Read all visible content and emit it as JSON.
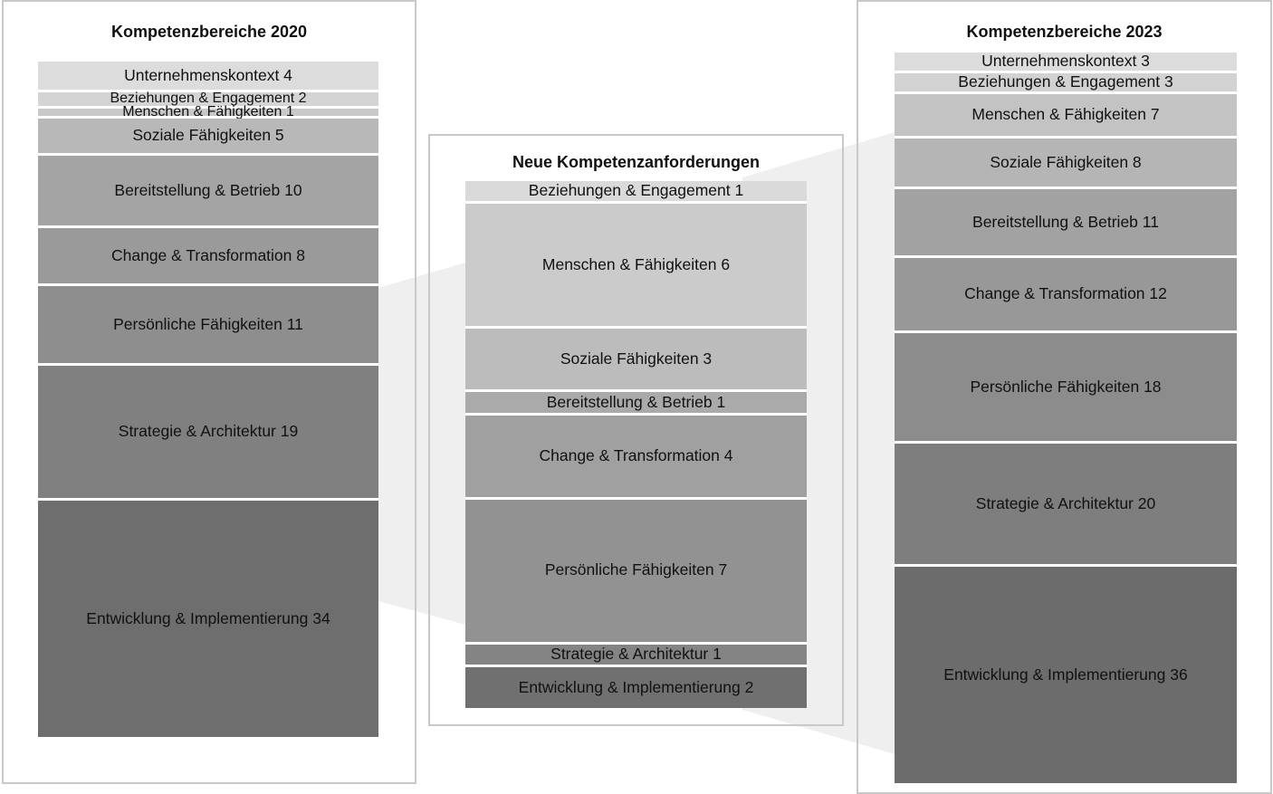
{
  "colors": {
    "panel_border": "#c8c8c8",
    "connector_fill": "#efefef",
    "gap": "#ffffff",
    "text": "#111111"
  },
  "diagram": {
    "title_2020": "Kompetenzbereiche 2020",
    "title_new": "Neue Kompetenzanforderungen",
    "title_2023": "Kompetenzbereiche 2023",
    "stack_2020": [
      {
        "label": "Unternehmenskontext 4",
        "value": 4,
        "color": "#dcdcdc"
      },
      {
        "label": "Beziehungen & Engagement 2",
        "value": 2,
        "color": "#d4d4d4"
      },
      {
        "label": "Menschen & Fähigkeiten 1",
        "value": 1,
        "color": "#c8c8c8"
      },
      {
        "label": "Soziale Fähigkeiten 5",
        "value": 5,
        "color": "#b8b8b8"
      },
      {
        "label": "Bereitstellung & Betrieb 10",
        "value": 10,
        "color": "#a4a4a4"
      },
      {
        "label": "Change & Transformation 8",
        "value": 8,
        "color": "#9a9a9a"
      },
      {
        "label": "Persönliche Fähigkeiten 11",
        "value": 11,
        "color": "#8e8e8e"
      },
      {
        "label": "Strategie & Architektur 19",
        "value": 19,
        "color": "#808080"
      },
      {
        "label": "Entwicklung & Implementierung 34",
        "value": 34,
        "color": "#6e6e6e"
      }
    ],
    "stack_new": [
      {
        "label": "Beziehungen & Engagement 1",
        "value": 1,
        "color": "#dadada"
      },
      {
        "label": "Menschen & Fähigkeiten 6",
        "value": 6,
        "color": "#cbcbcb"
      },
      {
        "label": "Soziale Fähigkeiten 3",
        "value": 3,
        "color": "#bcbcbc"
      },
      {
        "label": "Bereitstellung & Betrieb 1",
        "value": 1,
        "color": "#aaaaaa"
      },
      {
        "label": "Change & Transformation 4",
        "value": 4,
        "color": "#a0a0a0"
      },
      {
        "label": "Persönliche Fähigkeiten 7",
        "value": 7,
        "color": "#929292"
      },
      {
        "label": "Strategie & Architektur 1",
        "value": 1,
        "color": "#848484"
      },
      {
        "label": "Entwicklung & Implementierung 2",
        "value": 2,
        "color": "#707070"
      }
    ],
    "stack_2023": [
      {
        "label": "Unternehmenskontext 3",
        "value": 3,
        "color": "#dcdcdc"
      },
      {
        "label": "Beziehungen & Engagement 3",
        "value": 3,
        "color": "#d2d2d2"
      },
      {
        "label": "Menschen & Fähigkeiten 7",
        "value": 7,
        "color": "#c3c3c3"
      },
      {
        "label": "Soziale Fähigkeiten 8",
        "value": 8,
        "color": "#b5b5b5"
      },
      {
        "label": "Bereitstellung & Betrieb 11",
        "value": 11,
        "color": "#a2a2a2"
      },
      {
        "label": "Change & Transformation 12",
        "value": 12,
        "color": "#989898"
      },
      {
        "label": "Persönliche Fähigkeiten 18",
        "value": 18,
        "color": "#8c8c8c"
      },
      {
        "label": "Strategie & Architektur 20",
        "value": 20,
        "color": "#7e7e7e"
      },
      {
        "label": "Entwicklung & Implementierung 36",
        "value": 36,
        "color": "#6c6c6c"
      }
    ]
  }
}
